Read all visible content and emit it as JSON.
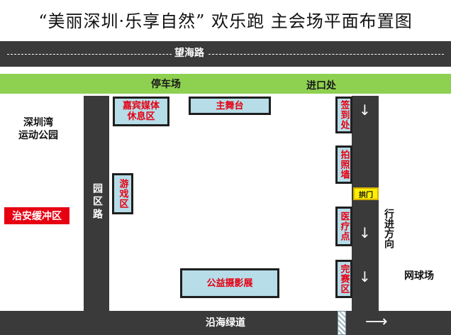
{
  "title": "“美丽深圳·乐享自然” 欢乐跑 主会场平面布置图",
  "roads": {
    "top": "望海路",
    "inner_vertical": "园区路",
    "bottom": "沿海绿道"
  },
  "green_band": {
    "parking": "停车场",
    "entrance": "进口处"
  },
  "zones": {
    "guest_media": "嘉宾媒体休息区",
    "main_stage": "主舞台",
    "games": "游戏区",
    "photo_exhibit": "公益摄影展",
    "sign_in": "签到处",
    "photo_wall": "拍照墙",
    "medical": "医疗点",
    "finish": "完赛区",
    "gate": "拱门"
  },
  "outside": {
    "park": "深圳湾\n运动公园",
    "buffer": "治安缓冲区",
    "direction": "行进方向",
    "tennis": "网球场"
  },
  "colors": {
    "road": "#3a3a3a",
    "green_band": "#8ed150",
    "zone_fill": "#b6dde8",
    "zone_text": "#e60012",
    "gate": "#ffef00",
    "buffer": "#e60012"
  },
  "icons": {
    "route_arrow": "down-arrow",
    "exit_arrow": "right-arrow"
  }
}
